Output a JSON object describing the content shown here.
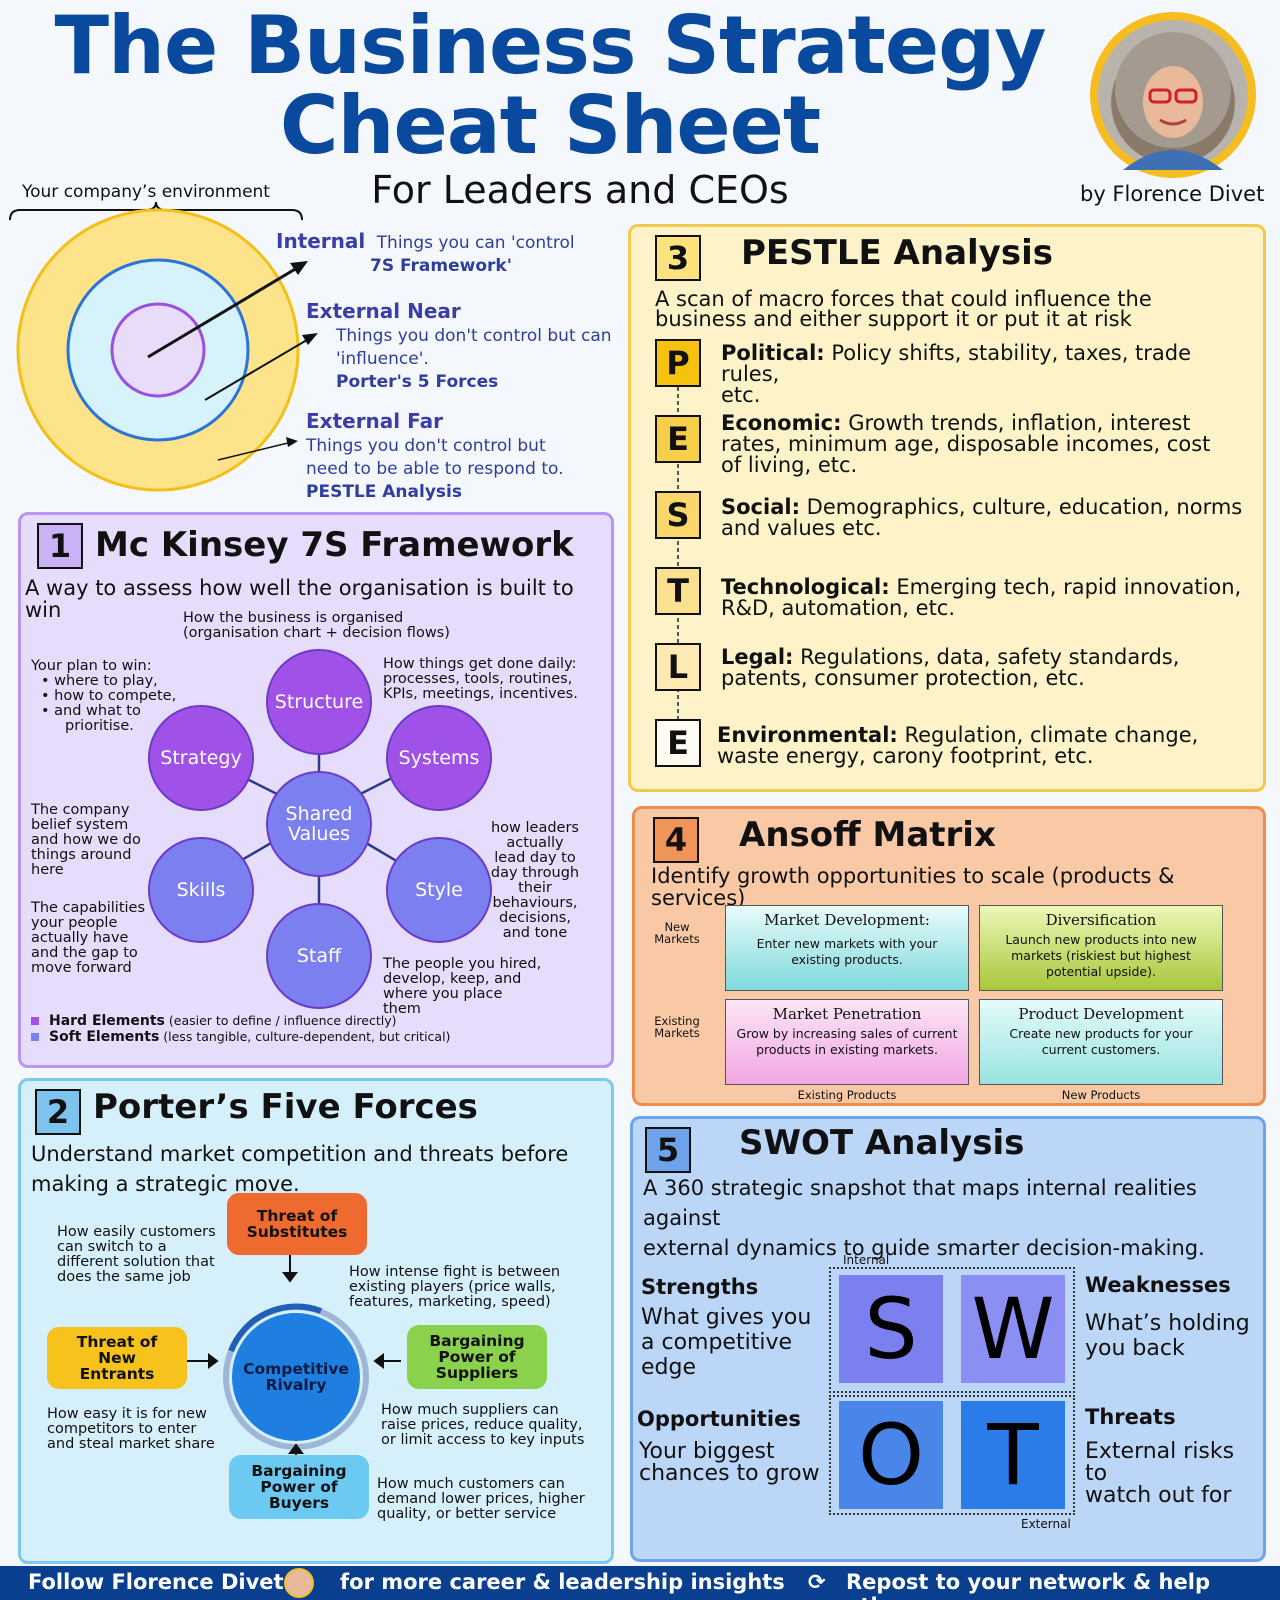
{
  "header": {
    "title_line1": "The Business Strategy",
    "title_line2": "Cheat Sheet",
    "subtitle": "For Leaders and CEOs",
    "author": "by Florence Divet"
  },
  "environment": {
    "label": "Your company’s environment",
    "internal": {
      "name": "Internal",
      "desc": "Things you can 'control",
      "ref": "7S Framework'"
    },
    "external_near": {
      "name": "External Near",
      "desc1": "Things you don't control but can",
      "desc2": "'influence'.",
      "ref": "Porter's 5 Forces"
    },
    "external_far": {
      "name": "External Far",
      "desc1": "Things you don't control but",
      "desc2": "need to be able to respond to.",
      "ref": "PESTLE Analysis"
    }
  },
  "mckinsey": {
    "number": "1",
    "title": "Mc Kinsey 7S Framework",
    "desc": "A way to assess how well the organisation is built to win",
    "circles": {
      "structure": "Structure",
      "strategy": "Strategy",
      "systems": "Systems",
      "shared_values_1": "Shared",
      "shared_values_2": "Values",
      "skills": "Skills",
      "style": "Style",
      "staff": "Staff"
    },
    "notes": {
      "structure_1": "How the business is organised",
      "structure_2": "(organisation chart + decision flows)",
      "strategy_0": "Your plan to win:",
      "strategy_1": "where to play,",
      "strategy_2": "how to compete,",
      "strategy_3": "and what to",
      "strategy_4": "prioritise.",
      "systems_1": "How things get done daily:",
      "systems_2": "processes, tools, routines,",
      "systems_3": "KPIs, meetings, incentives.",
      "shared_1": "The company",
      "shared_2": "belief system",
      "shared_3": "and how we do",
      "shared_4": "things around",
      "shared_5": "here",
      "skills_1": "The capabilities",
      "skills_2": "your people",
      "skills_3": "actually have",
      "skills_4": "and the gap to",
      "skills_5": "move forward",
      "style_1": "how leaders",
      "style_2": "actually",
      "style_3": "lead day to",
      "style_4": "day through",
      "style_5": "their",
      "style_6": "behaviours,",
      "style_7": "decisions,",
      "style_8": "and tone",
      "staff_1": "The people you hired,",
      "staff_2": "develop, keep, and",
      "staff_3": "where you place",
      "staff_4": "them"
    },
    "legend": {
      "hard_label": "Hard Elements",
      "hard_note": "(easier to define / influence directly)",
      "soft_label": "Soft Elements",
      "soft_note": "(less tangible, culture-dependent, but critical)"
    },
    "colors": {
      "hard": "#a052e8",
      "soft": "#7b7ff0"
    }
  },
  "porter": {
    "number": "2",
    "title": "Porter’s Five Forces",
    "desc1": "Understand market competition and threats before",
    "desc2": "making a strategic move.",
    "forces": {
      "substitutes_1": "Threat of",
      "substitutes_2": "Substitutes",
      "new_entrants_1": "Threat of New",
      "new_entrants_2": "Entrants",
      "rivalry_1": "Competitive",
      "rivalry_2": "Rivalry",
      "suppliers_1": "Bargaining",
      "suppliers_2": "Power of",
      "suppliers_3": "Suppliers",
      "buyers_1": "Bargaining",
      "buyers_2": "Power of",
      "buyers_3": "Buyers"
    },
    "notes": {
      "substitutes_1": "How easily customers",
      "substitutes_2": "can switch to a",
      "substitutes_3": "different solution that",
      "substitutes_4": "does the same job",
      "rivalry_1": "How intense fight is between",
      "rivalry_2": "existing players (price walls,",
      "rivalry_3": "features, marketing, speed)",
      "entrants_1": "How easy it is for new",
      "entrants_2": "competitors to enter",
      "entrants_3": "and steal market share",
      "suppliers_1": "How much suppliers can",
      "suppliers_2": "raise prices, reduce quality,",
      "suppliers_3": "or limit access to key inputs",
      "buyers_1": "How much customers can",
      "buyers_2": "demand lower prices, higher",
      "buyers_3": "quality, or better service"
    },
    "colors": {
      "substitutes": "#ee6a2e",
      "new_entrants": "#f7c21b",
      "rivalry": "#1f7fe0",
      "suppliers": "#8ad24c",
      "buyers": "#6ccaf2"
    }
  },
  "pestle": {
    "number": "3",
    "title": "PESTLE Analysis",
    "desc1": "A scan of macro forces that could influence the",
    "desc2": "business and either support it or put it at risk",
    "items": [
      {
        "letter": "P",
        "label": "Political:",
        "text1": " Policy shifts, stability, taxes, trade rules,",
        "text2": "etc.",
        "color": "#f6c10f"
      },
      {
        "letter": "E",
        "label": "Economic:",
        "text1": " Growth trends, inflation, interest",
        "text2": "rates, minimum age, disposable incomes, cost",
        "text3": "of living, etc.",
        "color": "#f7cf4a"
      },
      {
        "letter": "S",
        "label": "Social:",
        "text1": " Demographics, culture, education, norms",
        "text2": "and values etc.",
        "color": "#f9d76a"
      },
      {
        "letter": "T",
        "label": "Technological:",
        "text1": " Emerging tech, rapid innovation,",
        "text2": "R&D, automation, etc.",
        "color": "#fbe08e"
      },
      {
        "letter": "L",
        "label": "Legal:",
        "text1": " Regulations, data, safety standards,",
        "text2": "patents, consumer protection, etc.",
        "color": "#fdeab2"
      },
      {
        "letter": "E",
        "label": "Environmental:",
        "text1": " Regulation, climate change,",
        "text2": "waste energy, carony footprint, etc.",
        "color": "#fffbf0"
      }
    ]
  },
  "ansoff": {
    "number": "4",
    "title": "Ansoff Matrix",
    "desc": "Identify growth opportunities to scale (products & services)",
    "row_new_1": "New",
    "row_new_2": "Markets",
    "row_existing_1": "Existing",
    "row_existing_2": "Markets",
    "col_existing": "Existing  Products",
    "col_new": "New Products",
    "cells": {
      "market_development": {
        "title": "Market Development:",
        "text": "Enter new markets with your existing products."
      },
      "diversification": {
        "title": "Diversification",
        "text": "Launch new products into new markets (riskiest but highest potential upside)."
      },
      "market_penetration": {
        "title": "Market Penetration",
        "text": "Grow by increasing sales of current products in existing markets."
      },
      "product_development": {
        "title": "Product Development",
        "text": "Create new products for your current customers."
      }
    }
  },
  "swot": {
    "number": "5",
    "title": "SWOT Analysis",
    "desc1": "A 360 strategic snapshot that maps internal realities against",
    "desc2": "external dynamics to guide smarter decision-making.",
    "internal_label": "Internal",
    "external_label": "External",
    "letters": {
      "s": "S",
      "w": "W",
      "o": "O",
      "t": "T"
    },
    "strengths": {
      "title": "Strengths",
      "line1": "What gives you",
      "line2": "a competitive",
      "line3": "edge"
    },
    "weaknesses": {
      "title": "Weaknesses",
      "line1": "What’s holding",
      "line2": "you back"
    },
    "opportunities": {
      "title": "Opportunities",
      "line1": "Your biggest",
      "line2": "chances to grow"
    },
    "threats": {
      "title": "Threats",
      "line1": "External risks to",
      "line2": "watch out for"
    }
  },
  "footer": {
    "follow": "Follow Florence Divet",
    "insights": "for more career & leadership insights",
    "repost": "Repost to your network & help others"
  }
}
